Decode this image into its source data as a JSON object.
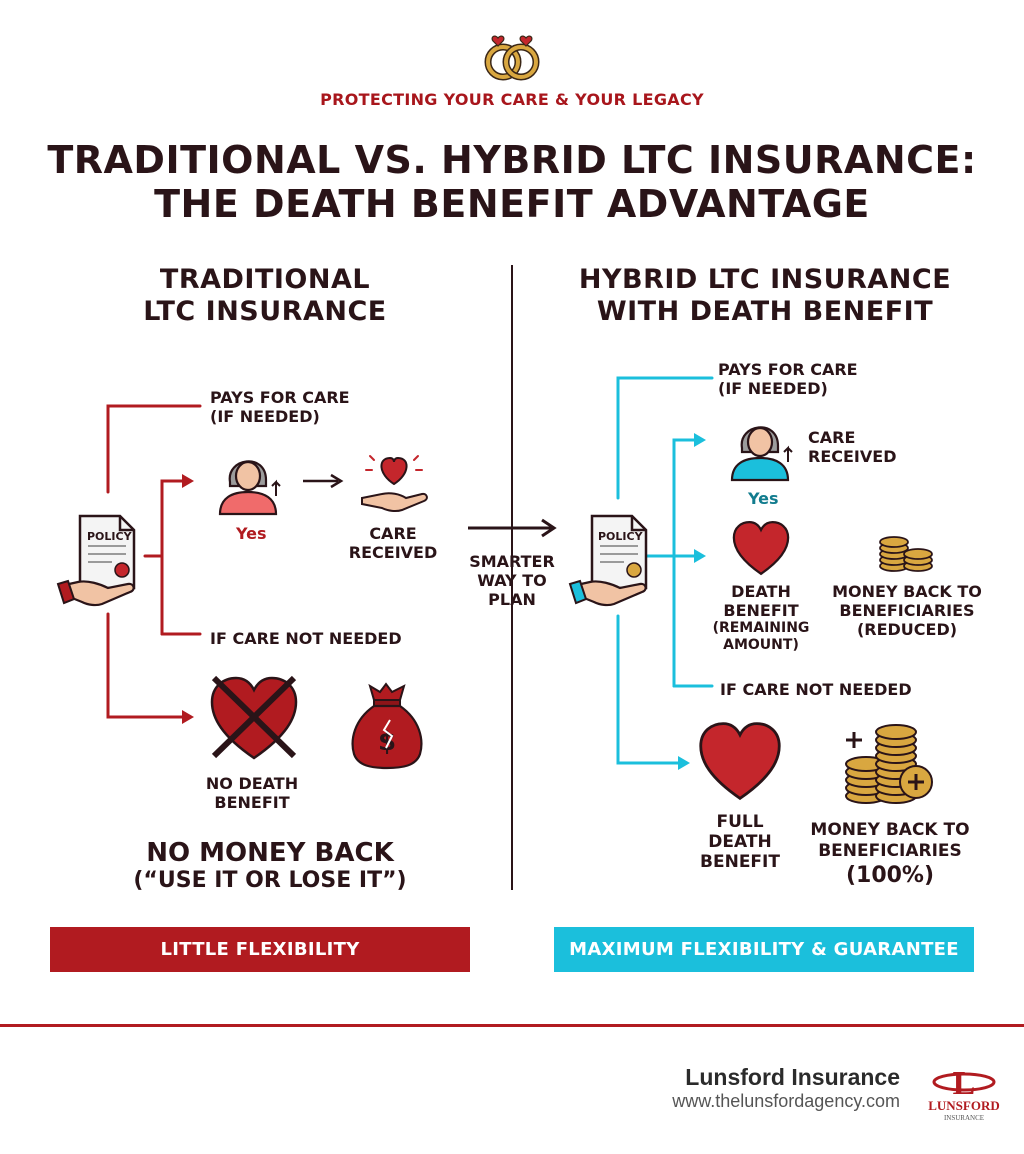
{
  "header": {
    "eyebrow": "PROTECTING YOUR CARE & YOUR LEGACY",
    "title_line1": "TRADITIONAL VS. HYBRID LTC INSURANCE:",
    "title_line2": "THE DEATH BENEFIT ADVANTAGE"
  },
  "colors": {
    "traditional_accent": "#b11b20",
    "hybrid_accent": "#1bbfdc",
    "text_dark": "#2a1418",
    "coin_gold": "#d9a740"
  },
  "traditional": {
    "title_line1": "TRADITIONAL",
    "title_line2": "LTC INSURANCE",
    "policy_label": "POLICY",
    "pays_for_care_line1": "PAYS FOR CARE",
    "pays_for_care_line2": "(IF NEEDED)",
    "yes_label": "Yes",
    "care_received_line1": "CARE",
    "care_received_line2": "RECEIVED",
    "if_care_not_needed": "IF CARE NOT NEEDED",
    "no_death_benefit_line1": "NO DEATH",
    "no_death_benefit_line2": "BENEFIT",
    "no_money_back": "NO MONEY BACK",
    "use_it_or_lose_it": "(“USE IT OR LOSE IT”)",
    "banner": "LITTLE FLEXIBILITY"
  },
  "middle": {
    "line1": "SMARTER",
    "line2": "WAY TO",
    "line3": "PLAN"
  },
  "hybrid": {
    "title_line1": "HYBRID LTC INSURANCE",
    "title_line2": "WITH DEATH BENEFIT",
    "policy_label": "POLICY",
    "pays_for_care_line1": "PAYS FOR CARE",
    "pays_for_care_line2": "(IF NEEDED)",
    "care_received_line1": "CARE",
    "care_received_line2": "RECEIVED",
    "yes_label": "Yes",
    "death_benefit_line1": "DEATH",
    "death_benefit_line2": "BENEFIT",
    "death_benefit_line3": "(REMAINING",
    "death_benefit_line4": "AMOUNT)",
    "money_back_reduced_line1": "MONEY BACK TO",
    "money_back_reduced_line2": "BENEFICIARIES",
    "money_back_reduced_line3": "(REDUCED)",
    "if_care_not_needed": "IF CARE NOT NEEDED",
    "full_death_benefit_line1": "FULL",
    "full_death_benefit_line2": "DEATH",
    "full_death_benefit_line3": "BENEFIT",
    "money_back_full_line1": "MONEY BACK TO",
    "money_back_full_line2": "BENEFICIARIES",
    "money_back_full_line3": "(100%)",
    "banner": "MAXIMUM FLEXIBILITY & GUARANTEE"
  },
  "footer": {
    "brand_name": "Lunsford Insurance",
    "url": "www.thelunsfordagency.com",
    "logo_letter": "L",
    "logo_word": "LUNSFORD",
    "logo_sub": "INSURANCE"
  }
}
